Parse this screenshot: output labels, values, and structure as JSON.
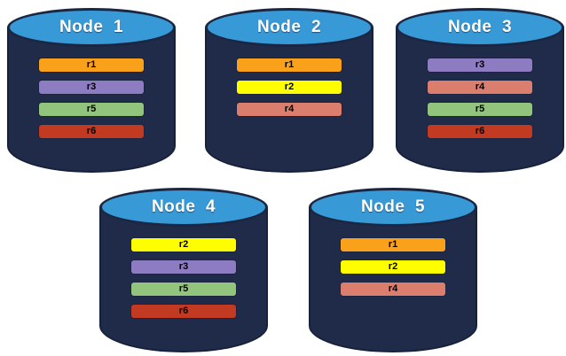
{
  "diagram": {
    "type": "database-replication-diagram",
    "colors": {
      "cylinder_body": "#1F2B49",
      "cylinder_top": "#3799D6",
      "outline": "#17213A",
      "title_text": "#FFFFFF",
      "bar_text": "#000000"
    },
    "nodes": [
      {
        "title": "Node  1",
        "replicas": [
          {
            "label": "r1",
            "color": "#F9A11B"
          },
          {
            "label": "r3",
            "color": "#8E7CC3"
          },
          {
            "label": "r5",
            "color": "#93C47D"
          },
          {
            "label": "r6",
            "color": "#C23A22"
          }
        ]
      },
      {
        "title": "Node  2",
        "replicas": [
          {
            "label": "r1",
            "color": "#F9A11B"
          },
          {
            "label": "r2",
            "color": "#FEFE00"
          },
          {
            "label": "r4",
            "color": "#DC7E6D"
          }
        ]
      },
      {
        "title": "Node  3",
        "replicas": [
          {
            "label": "r3",
            "color": "#8E7CC3"
          },
          {
            "label": "r4",
            "color": "#DC7E6D"
          },
          {
            "label": "r5",
            "color": "#93C47D"
          },
          {
            "label": "r6",
            "color": "#C23A22"
          }
        ]
      },
      {
        "title": "Node  4",
        "replicas": [
          {
            "label": "r2",
            "color": "#FEFE00"
          },
          {
            "label": "r3",
            "color": "#8E7CC3"
          },
          {
            "label": "r5",
            "color": "#93C47D"
          },
          {
            "label": "r6",
            "color": "#C23A22"
          }
        ]
      },
      {
        "title": "Node  5",
        "replicas": [
          {
            "label": "r1",
            "color": "#F9A11B"
          },
          {
            "label": "r2",
            "color": "#FEFE00"
          },
          {
            "label": "r4",
            "color": "#DC7E6D"
          }
        ]
      }
    ]
  }
}
